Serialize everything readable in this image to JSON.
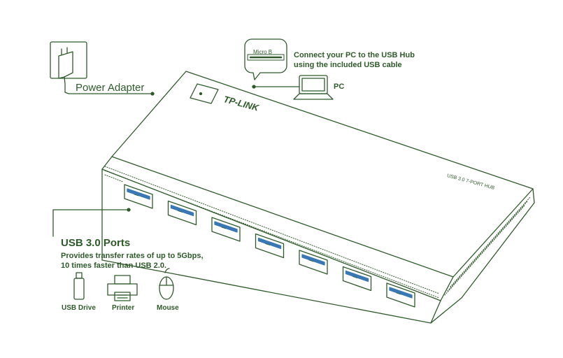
{
  "labels": {
    "power_adapter": "Power Adapter",
    "connect_line1": "Connect your PC to the USB Hub",
    "connect_line2": "using the included USB cable",
    "pc": "PC",
    "micro_b": "Micro B",
    "usb_ports_title": "USB 3.0 Ports",
    "usb_ports_desc1": "Provides transfer rates of up to 5Gbps,",
    "usb_ports_desc2": "10 times faster than USB 2.0.",
    "usb_drive": "USB Drive",
    "printer": "Printer",
    "mouse": "Mouse",
    "brand": "TP-LINK",
    "model": "USB 3.0 7-PORT HUB"
  },
  "hub": {
    "port_count": 7
  },
  "colors": {
    "line": "#2e5a2a",
    "port_accent": "#3a78b5",
    "background": "#ffffff"
  },
  "icons": [
    "power-adapter-icon",
    "micro-b-connector-icon",
    "laptop-icon",
    "usb-drive-icon",
    "printer-icon",
    "mouse-icon"
  ]
}
